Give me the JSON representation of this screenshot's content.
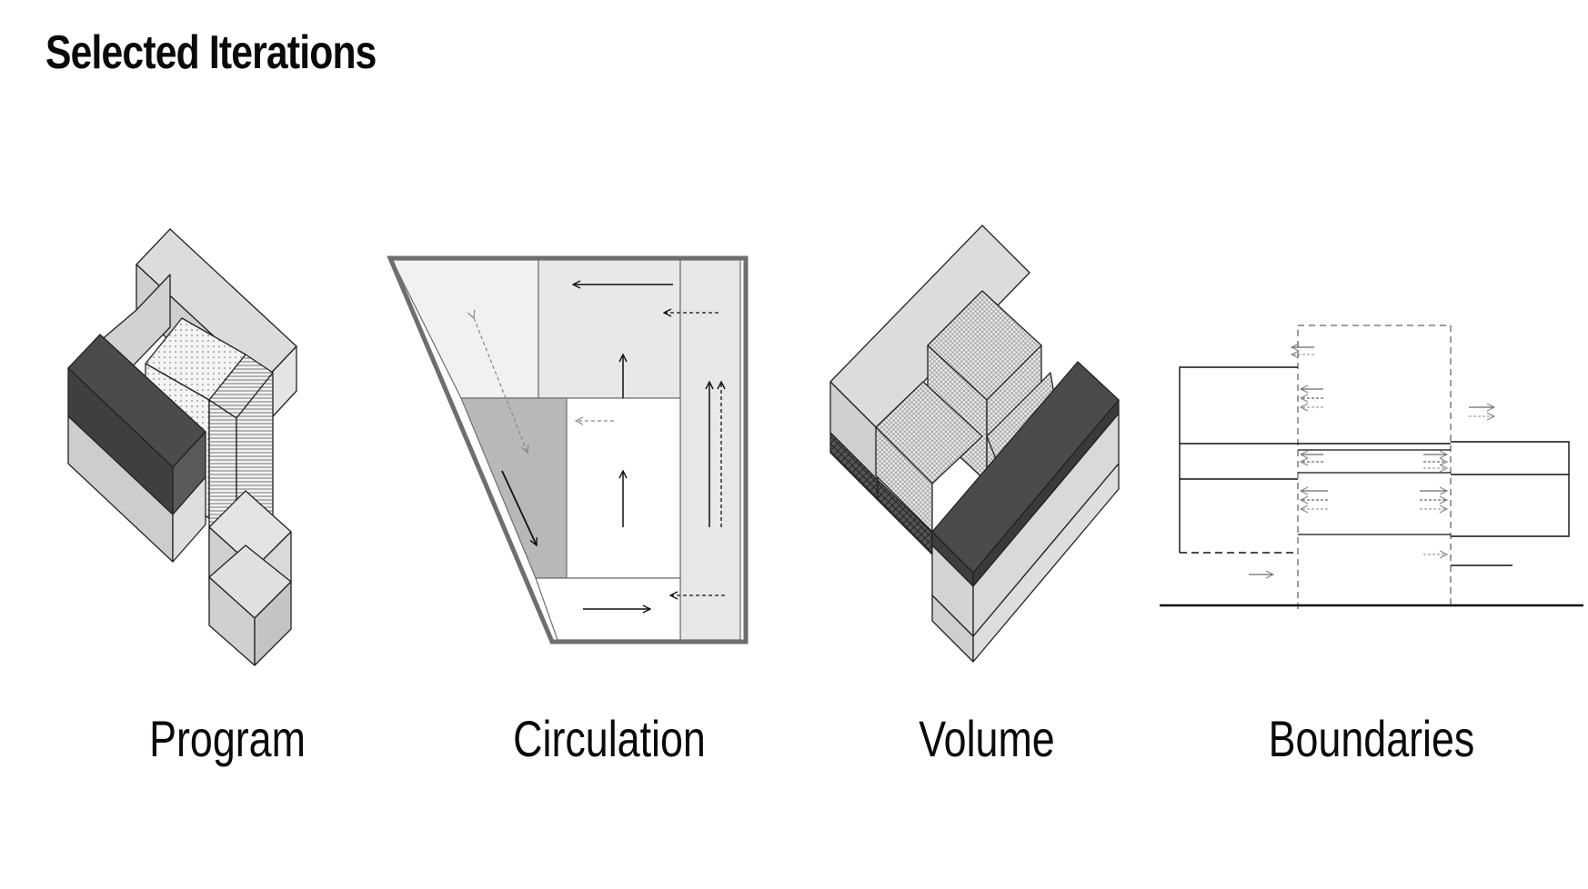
{
  "title": "Selected Iterations",
  "iterations": [
    {
      "label": "Program"
    },
    {
      "label": "Circulation"
    },
    {
      "label": "Volume"
    },
    {
      "label": "Boundaries"
    }
  ],
  "colors": {
    "dark": "#4b4b4b",
    "mid": "#c9c9c9",
    "light": "#dedede",
    "pale": "#ebebeb",
    "gray_fill": "#b7b8ba",
    "frame": "#6e6e6e"
  }
}
